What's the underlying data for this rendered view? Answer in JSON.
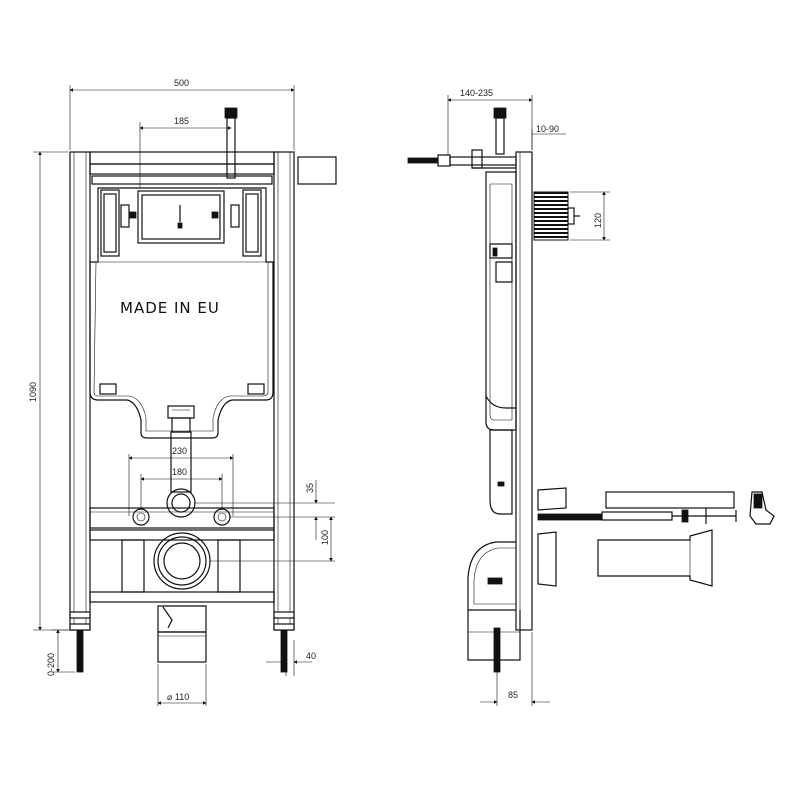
{
  "front_view": {
    "tank_label": "MADE IN EU",
    "dimensions": {
      "width": "500",
      "flush_offset": "185",
      "height": "1090",
      "bolt_spacing_outer": "230",
      "bolt_spacing_inner": "180",
      "vertical_35": "35",
      "vertical_100": "100",
      "leg_adjust": "0-200",
      "foot_40": "40",
      "outlet_diameter": "⌀ 110"
    }
  },
  "side_view": {
    "dimensions": {
      "depth_range": "140-235",
      "wall_gap": "10-90",
      "plate_height": "120",
      "base_depth": "85"
    }
  }
}
